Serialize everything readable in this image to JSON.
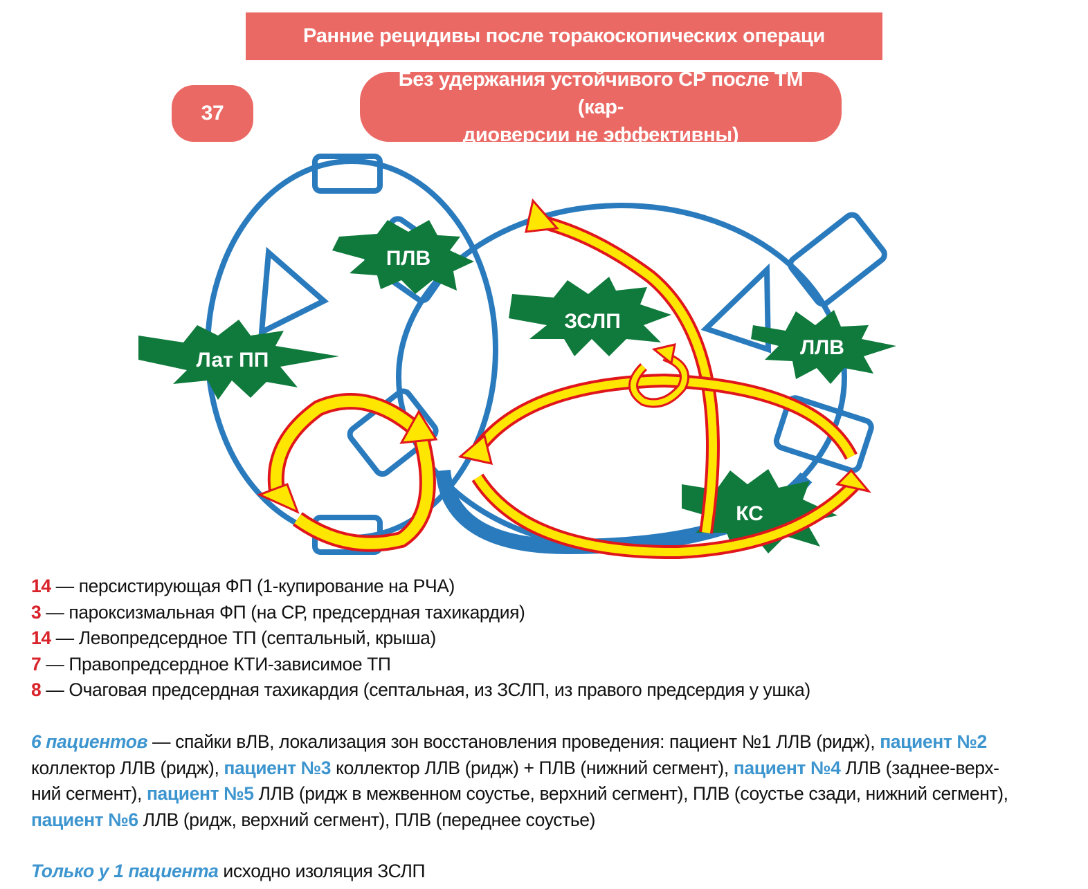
{
  "title": "Ранние рецидивы после торакоскопических операци",
  "count": "37",
  "note_line1": "Без удержания устойчивого СР после ТМ (кар-",
  "note_line2": "диоверсии не эффективны)",
  "diagram": {
    "labels": {
      "plv": "ПЛВ",
      "zslp": "ЗСЛП",
      "lat_pp": "Лат ПП",
      "llv": "ЛЛВ",
      "ks": "КС"
    },
    "colors": {
      "outline": "#2a7bbd",
      "star": "#0f7a3c",
      "arrow_fill": "#ffe600",
      "arrow_edge": "#e0161c",
      "box": "#eb6964"
    }
  },
  "stats": [
    {
      "num": "14",
      "text": " — персистирующая ФП (1-купирование на РЧА)"
    },
    {
      "num": "3",
      "text": " — пароксизмальная ФП (на СР, предсердная тахикардия)"
    },
    {
      "num": "14",
      "text": " — Левопредсердное ТП (септальный, крыша)"
    },
    {
      "num": "7",
      "text": " — Правопредсердное КТИ-зависимое ТП"
    },
    {
      "num": "8",
      "text": " — Очаговая предсердная тахикардия (септальная, из ЗСЛП, из правого предсердия у ушка)"
    }
  ],
  "patients": {
    "l1a": "6 пациентов",
    "l1b": " — спайки вЛВ, локализация зон восстановления проведения: пациент №1 ЛЛВ (ридж), ",
    "l1c": "пациент №2",
    "l2a": "коллектор ЛЛВ (ридж), ",
    "l2b": "пациент №3",
    "l2c": " коллектор ЛЛВ (ридж) + ПЛВ (нижний сегмент), ",
    "l2d": "пациент №4",
    "l2e": " ЛЛВ (заднее-верх-",
    "l3a": "ний сегмент), ",
    "l3b": "пациент №5",
    "l3c": " ЛЛВ (ридж в межвенном соустье, верхний сегмент), ПЛВ (соустье сзади, нижний сегмент),",
    "l4a": "пациент №6",
    "l4b": " ЛЛВ (ридж, верхний сегмент), ПЛВ (переднее соустье)"
  },
  "footer": {
    "a": "Только у 1 пациента",
    "b": " исходно изоляция ЗСЛП"
  }
}
